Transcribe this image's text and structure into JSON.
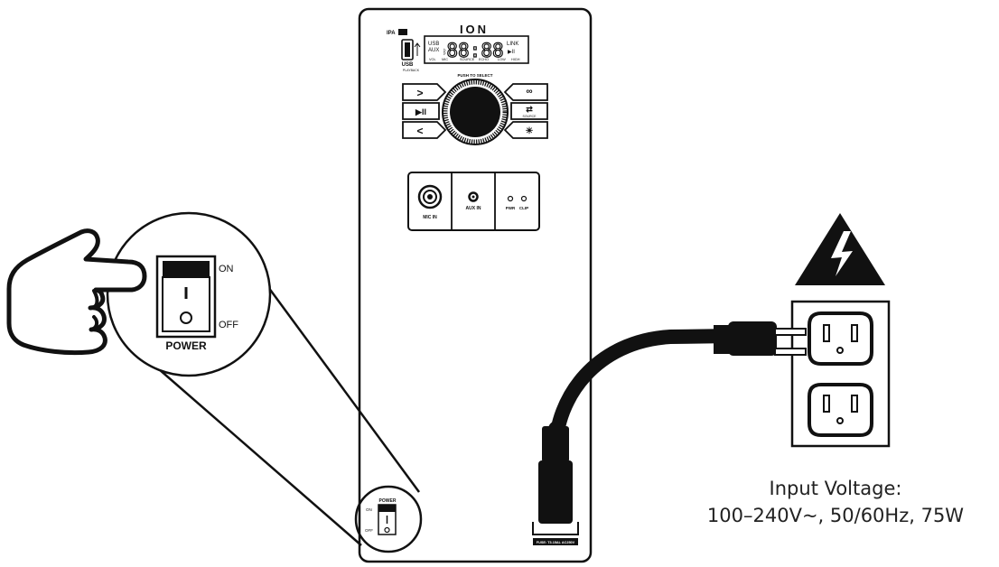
{
  "device": {
    "brand": "ION",
    "model_badge": "IPA",
    "usb_label": "USB",
    "usb_sub": "PLAYBACK",
    "display": {
      "digits": "88:88",
      "left_top": "USB",
      "left_mid": "AUX",
      "right_top": "LINK",
      "right_mid": "▶II",
      "bottom": [
        "VOL",
        "MIC",
        "SOURCE",
        "ECHO",
        "LOW",
        "HIGH"
      ]
    },
    "push_to_select": "PUSH TO SELECT",
    "left_buttons": [
      ">",
      "▶II",
      "<"
    ],
    "right_buttons": [
      "∞",
      "⇄",
      "☀"
    ],
    "right_button_captions": [
      "",
      "SOURCE",
      ""
    ],
    "io": {
      "mic_in": "MIC IN",
      "aux_in": "AUX IN",
      "pwr": "PWR",
      "clip": "CLIP"
    },
    "power_small": {
      "title": "POWER",
      "on": "ON",
      "off": "OFF"
    },
    "fuse_label": "FUSE: T3.15AL AC250V"
  },
  "callout": {
    "on": "ON",
    "off": "OFF",
    "power": "POWER"
  },
  "input_voltage": {
    "line1": "Input Voltage:",
    "line2": "100–240V~, 50/60Hz, 75W"
  }
}
